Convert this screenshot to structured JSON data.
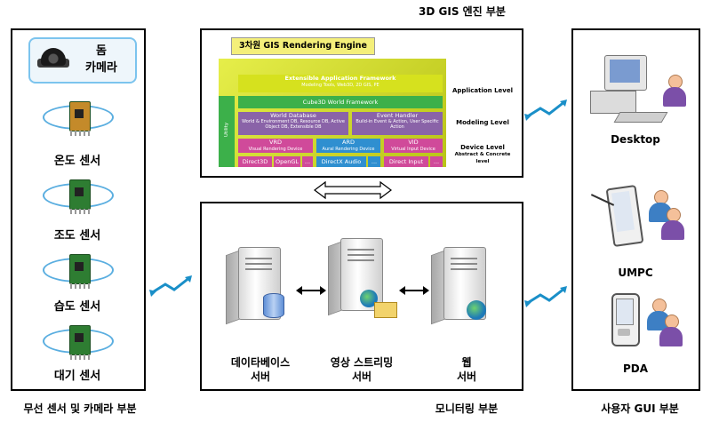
{
  "top_title": "3D GIS 엔진 부분",
  "left_panel": {
    "dome_camera_label": "돔\n카메라",
    "sensors": [
      {
        "label": "온도 센서"
      },
      {
        "label": "조도 센서"
      },
      {
        "label": "습도 센서"
      },
      {
        "label": "대기 센서"
      }
    ],
    "caption": "무선 센서 및 카메라 부분"
  },
  "engine": {
    "title": "3차원 GIS Rendering Engine",
    "app_framework": "Extensible Application Framework",
    "app_framework_sub": "Modeling Tools, Web3D, 2D GIS, PE",
    "world_framework": "Cube3D World Framework",
    "world_db": "World Database",
    "world_db_sub": "World & Environment DB, Resource DB, Active Object DB, Extensible DB",
    "event_handler": "Event Handler",
    "event_handler_sub": "Build-in Event & Action, User Specific Action",
    "utility": "Utility",
    "vrd": "VRD",
    "vrd_sub": "Visual Rendering Device",
    "ard": "ARD",
    "ard_sub": "Aural Rendering Device",
    "vid": "VID",
    "vid_sub": "Virtual Input Device",
    "direct3d": "Direct3D",
    "opengl": "OpenGL",
    "directx_audio": "DirectX Audio",
    "direct_input": "Direct Input",
    "ellipsis": "...",
    "levels": {
      "application": "Application Level",
      "modeling": "Modeling Level",
      "device": "Device Level",
      "device_sub": "Abstract & Concrete level"
    }
  },
  "servers": [
    {
      "label": "데이타베이스\n서버"
    },
    {
      "label": "영상 스트리밍\n서버"
    },
    {
      "label": "웹\n서버"
    }
  ],
  "middle_caption": "모니터링 부분",
  "right_panel": {
    "devices": [
      {
        "label": "Desktop"
      },
      {
        "label": "UMPC"
      },
      {
        "label": "PDA"
      }
    ],
    "caption": "사용자 GUI 부분"
  },
  "colors": {
    "engine_yellow": "#d6e11e",
    "engine_green": "#3cb04a",
    "engine_purple": "#8a63a8",
    "engine_pink": "#d04a9a",
    "engine_blue": "#2f8fd0",
    "title_box": "#f4ef7a"
  }
}
